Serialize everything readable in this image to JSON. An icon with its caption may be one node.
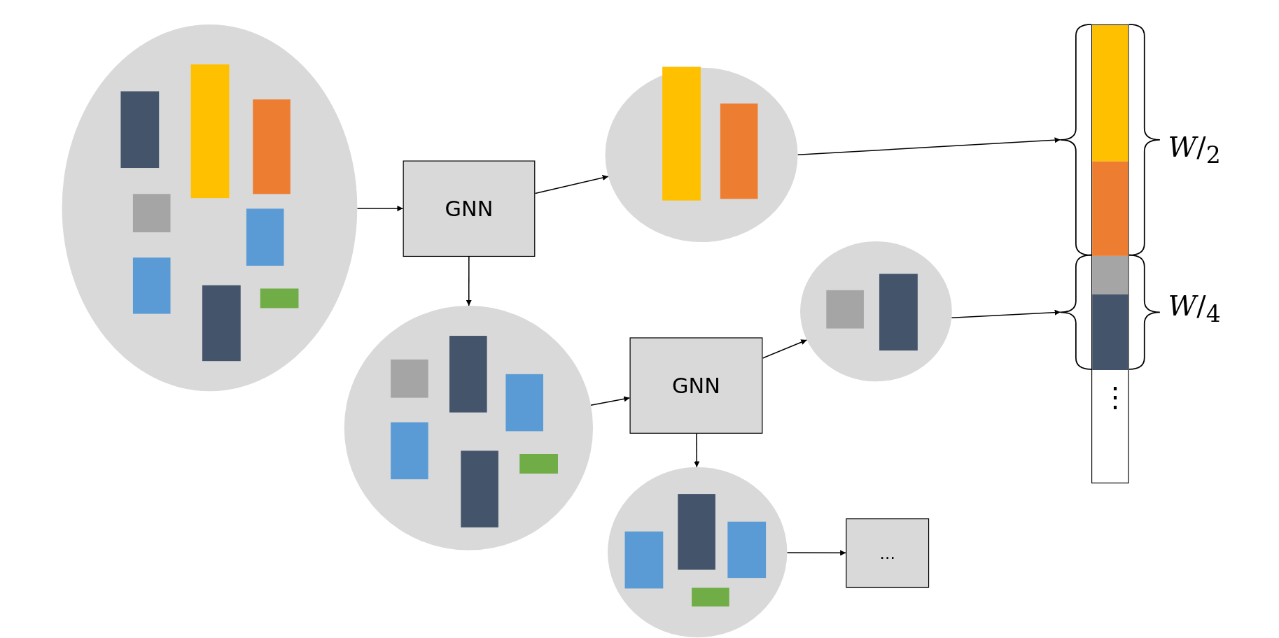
{
  "diagram": {
    "nodes": [
      {
        "text": [],
        "shape": "circle"
      },
      {
        "text": [
          "GNN"
        ]
      },
      {
        "text": [],
        "shape": "circle"
      },
      {
        "text": [],
        "shape": "circle"
      },
      {
        "text": [
          "GNN"
        ]
      },
      {
        "text": [],
        "shape": "circle"
      },
      {
        "text": [],
        "shape": "circle"
      },
      {
        "text": [
          "..."
        ]
      },
      {
        "text": [],
        "shape": "bar"
      },
      {
        "text": [],
        "shape": "brace"
      },
      {
        "text": [],
        "shape": "brace"
      }
    ],
    "edges": [
      {
        "from": 0,
        "to": 1,
        "arrow": "to"
      },
      {
        "from": 1,
        "to": 2,
        "arrow": "to"
      },
      {
        "from": 1,
        "to": 3,
        "arrow": "to"
      },
      {
        "from": 3,
        "to": 4,
        "arrow": "to"
      },
      {
        "from": 4,
        "to": 5,
        "arrow": "to"
      },
      {
        "from": 4,
        "to": 6,
        "arrow": "to"
      },
      {
        "from": 6,
        "to": 7,
        "arrow": "to"
      },
      {
        "from": 2,
        "to": 9,
        "arrow": "to"
      },
      {
        "from": 5,
        "to": 10,
        "arrow": "to"
      }
    ],
    "labels": [
      "*W*/$_{2}$",
      "*W*/$_{4}$",
      "⋮"
    ]
  }
}
